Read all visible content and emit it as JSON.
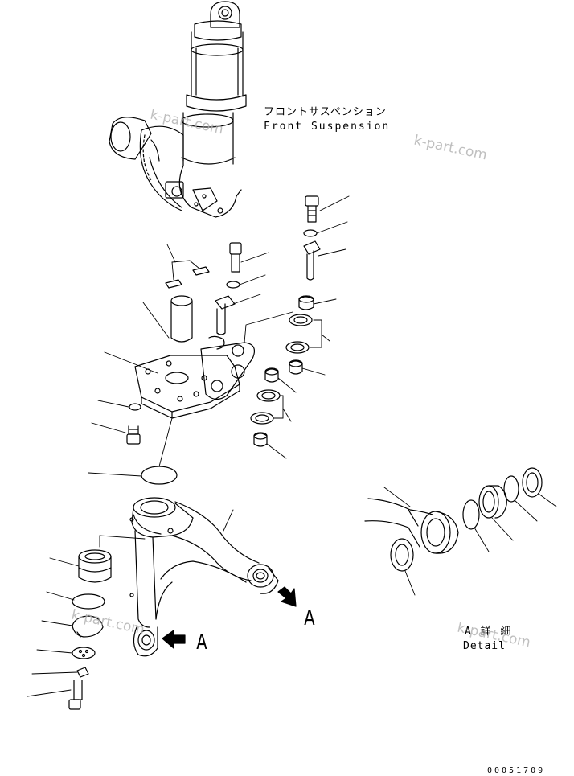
{
  "diagram": {
    "title_jp": "フロントサスペンション",
    "title_en": "Front Suspension",
    "view_label_1": "A",
    "view_label_2": "A",
    "detail_label_jp": "A 詳 細",
    "detail_label_en": "Detail",
    "drawing_number": "00051709"
  },
  "watermark": {
    "text_1": "k-part.com",
    "text_2": "k-part.com",
    "text_3": "k-part.com",
    "text_4": "k-part.com"
  },
  "colors": {
    "line": "#000000",
    "background": "#ffffff",
    "watermark": "#b0b0b0"
  }
}
